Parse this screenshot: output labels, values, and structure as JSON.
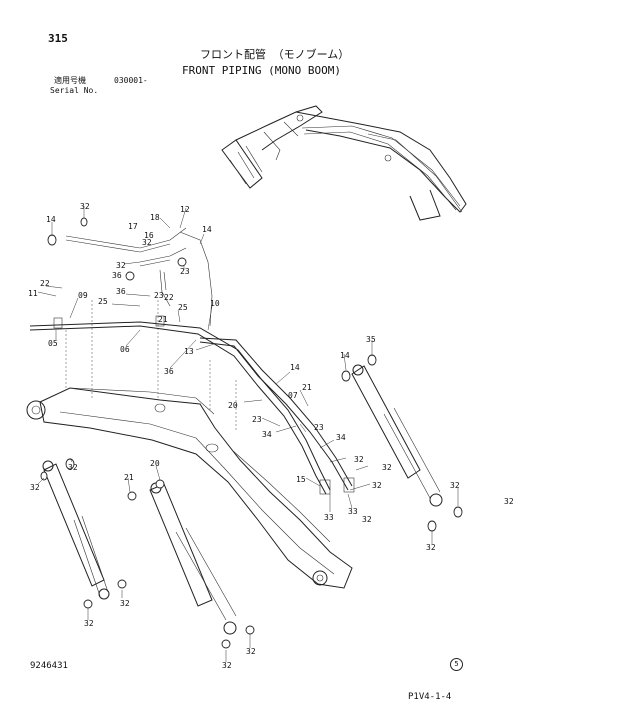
{
  "header": {
    "page_number": "315",
    "title_jp": "フロント配管 （モノブーム）",
    "title_en": "FRONT PIPING (MONO BOOM)",
    "serial_label_jp": "適用号機",
    "serial_value": "030001-",
    "serial_label_en": "Serial No."
  },
  "footer": {
    "doc_number": "9246431",
    "page_code": "P1V4-1-4",
    "revision_mark": "5"
  },
  "callouts": [
    "32",
    "12",
    "18",
    "14",
    "17",
    "16",
    "32",
    "14",
    "32",
    "36",
    "23",
    "22",
    "11",
    "09",
    "36",
    "23",
    "22",
    "25",
    "25",
    "10",
    "21",
    "05",
    "06",
    "36",
    "13",
    "14",
    "20",
    "21",
    "07",
    "23",
    "23",
    "34",
    "34",
    "32",
    "32",
    "32",
    "32",
    "20",
    "21",
    "14",
    "35",
    "15",
    "32",
    "33",
    "33",
    "32",
    "32",
    "32",
    "32",
    "32"
  ]
}
